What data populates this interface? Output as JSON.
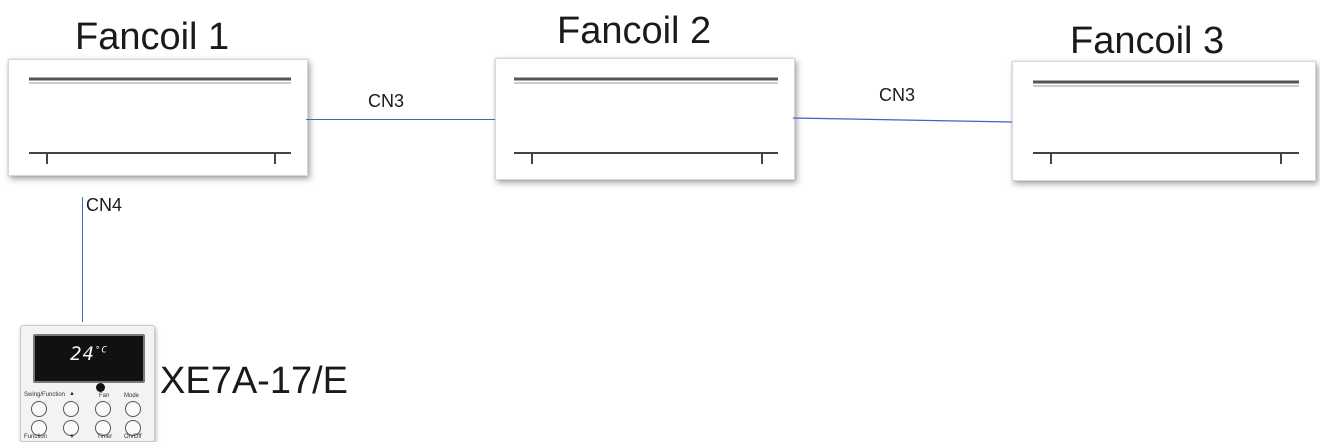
{
  "units": [
    {
      "label": "Fancoil 1"
    },
    {
      "label": "Fancoil 2"
    },
    {
      "label": "Fancoil 3"
    }
  ],
  "connections": {
    "cn3_a": "CN3",
    "cn3_b": "CN3",
    "cn4": "CN4"
  },
  "controller": {
    "model": "XE7A-17/E",
    "display_temp": "24",
    "display_unit": "°C",
    "button_labels": [
      "Swing/Function",
      "▲",
      "Fan",
      "Mode",
      "Function",
      "▼",
      "Timer",
      "On/Off"
    ]
  },
  "colors": {
    "wire": "#3a66c4"
  }
}
